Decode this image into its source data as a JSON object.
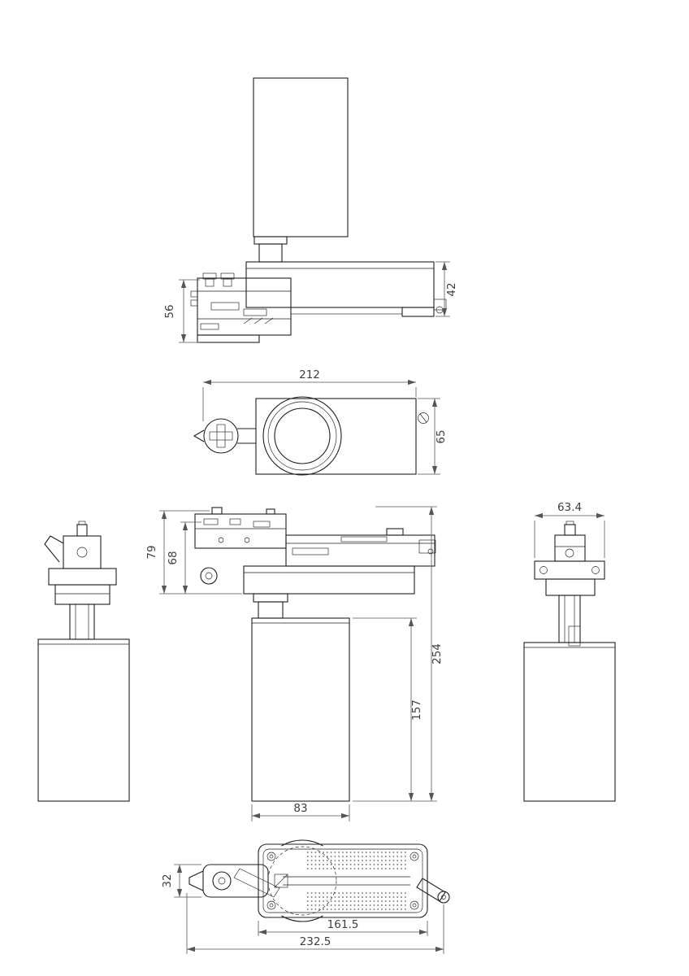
{
  "sheet": {
    "background": "#ffffff",
    "object_line_color": "#1f1f1f",
    "dimension_line_color": "#555555",
    "dimension_text_color": "#3d3d3d"
  },
  "dims": {
    "top_view": {
      "adapter_height": "56",
      "housing_height": "42"
    },
    "plan_view": {
      "overall_width": "212",
      "housing_depth": "65"
    },
    "front_view": {
      "adapter_overall_height": "79",
      "adapter_body_height": "68",
      "overall_height": "254",
      "lamp_body_height": "157",
      "lamp_body_width": "83"
    },
    "right_view": {
      "adapter_width": "63.4"
    },
    "bottom_view": {
      "lever_width": "32",
      "plate_length": "161.5",
      "overall_length": "232.5"
    }
  }
}
